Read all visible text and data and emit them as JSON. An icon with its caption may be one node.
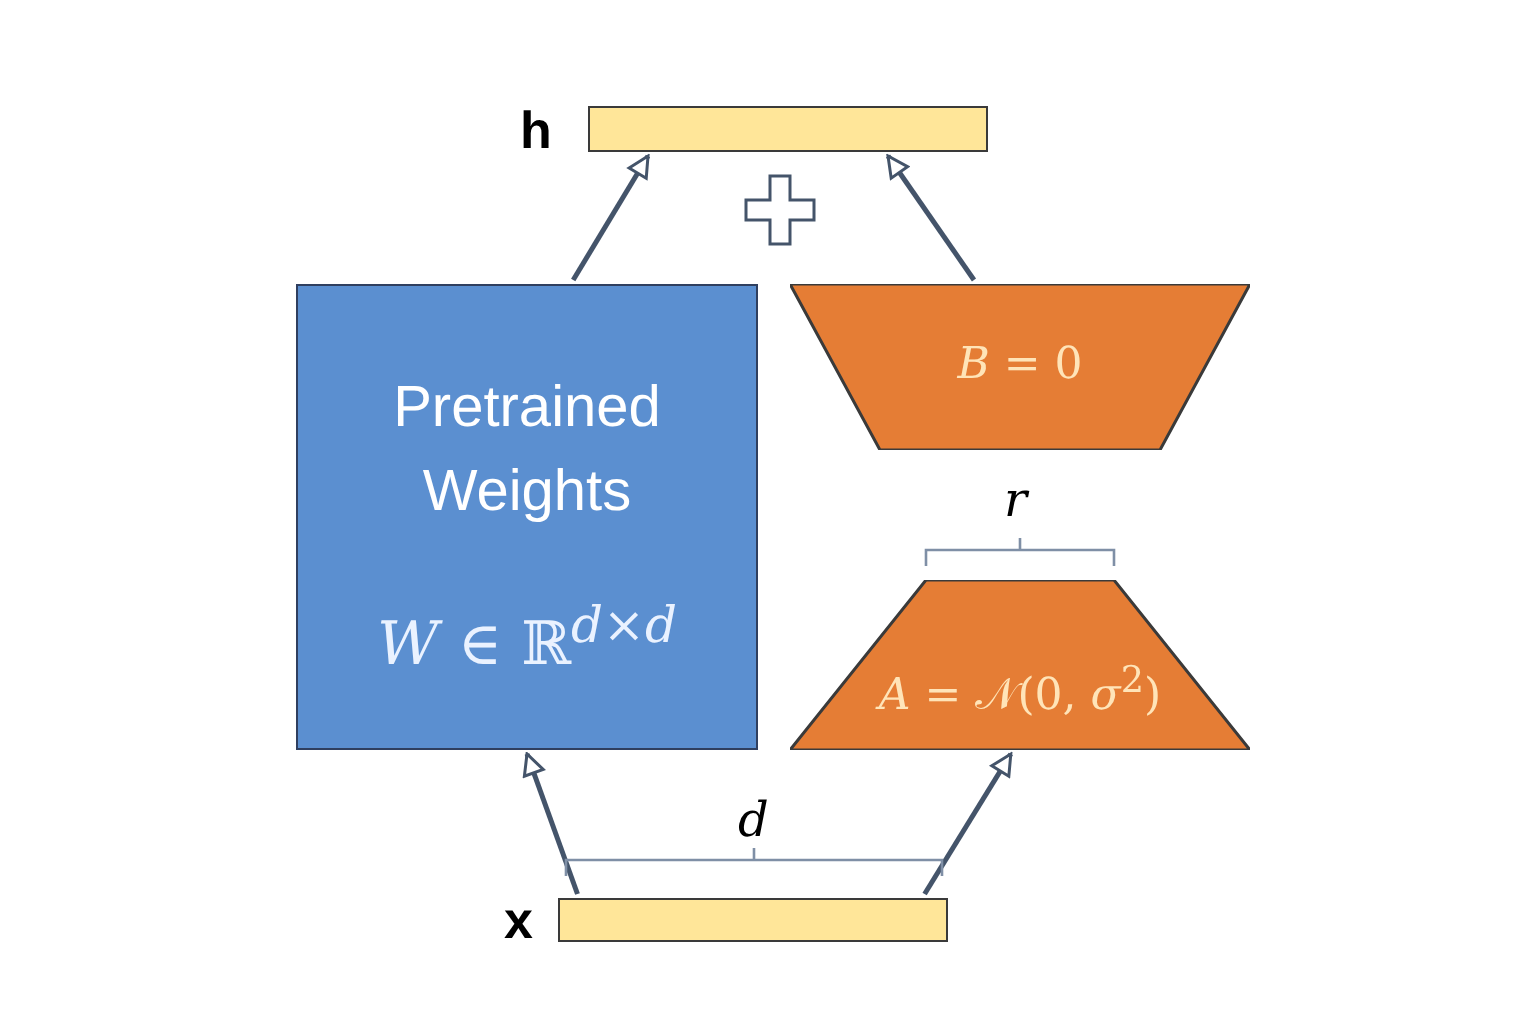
{
  "diagram": {
    "nodes": [
      {
        "text": [],
        "shape": "bar",
        "beside": [
          "h"
        ]
      },
      {
        "text": [
          "Pretrained Weights",
          "*W* ∈ ℝ$^{d×d}$"
        ]
      },
      {
        "text": [
          "*B* = 0"
        ]
      },
      {
        "text": [
          "*A* = 𝒩(0, *σ*$^{2}$)"
        ]
      },
      {
        "text": [],
        "shape": "bar",
        "beside": [
          "x"
        ]
      }
    ],
    "edges": [
      {
        "from": 1,
        "to": 0,
        "arrow": "to"
      },
      {
        "from": 2,
        "to": 0,
        "arrow": "to"
      },
      {
        "from": 4,
        "to": 1,
        "arrow": "to"
      },
      {
        "from": 4,
        "to": 3,
        "arrow": "to"
      }
    ],
    "labels": [
      "r",
      "d"
    ]
  }
}
